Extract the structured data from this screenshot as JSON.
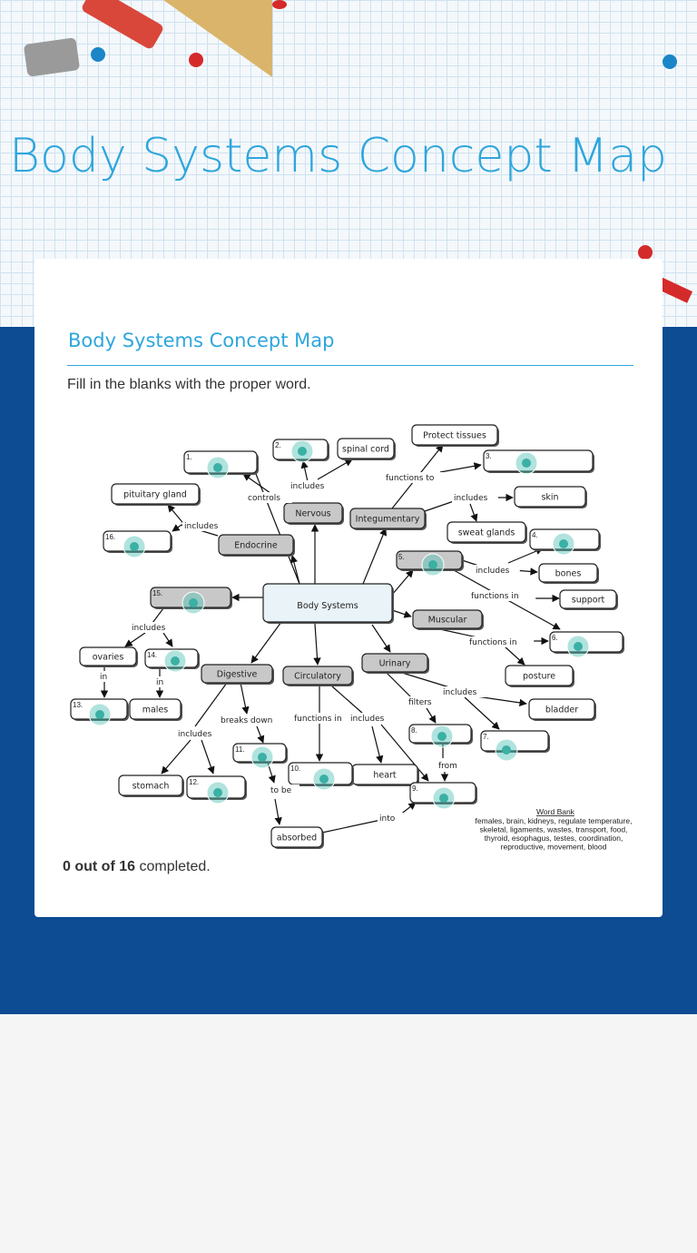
{
  "header": {
    "title": "Body Systems Concept Map"
  },
  "worksheet": {
    "title": "Body Systems Concept Map",
    "instructions": "Fill in the blanks with the proper word.",
    "status": {
      "completed": "0",
      "total": "16",
      "prefix_bold": "0 out of 16",
      "suffix": " completed."
    }
  },
  "colors": {
    "accent": "#2ea6dc",
    "background_blue": "#0d4b93",
    "hotspot": "#4fc0b5",
    "gray_node": "#c8c8c8",
    "center_node": "#eaf4f8"
  },
  "concept_map": {
    "center": "Body Systems",
    "nodes": {
      "nervous": "Nervous",
      "endocrine": "Endocrine",
      "integumentary": "Integumentary",
      "muscular": "Muscular",
      "digestive": "Digestive",
      "circulatory": "Circulatory",
      "urinary": "Urinary",
      "spinal_cord": "spinal cord",
      "protect_tissues": "Protect tissues",
      "pituitary_gland": "pituitary gland",
      "skin": "skin",
      "sweat_glands": "sweat glands",
      "bones": "bones",
      "support": "support",
      "posture": "posture",
      "ovaries": "ovaries",
      "males": "males",
      "bladder": "bladder",
      "heart": "heart",
      "stomach": "stomach",
      "absorbed": "absorbed"
    },
    "blanks": [
      "1.",
      "2.",
      "3.",
      "4.",
      "5.",
      "6.",
      "7.",
      "8.",
      "9.",
      "10.",
      "11.",
      "12.",
      "13.",
      "14.",
      "15.",
      "16."
    ],
    "links": {
      "controls": "controls",
      "includes": "includes",
      "functions_to": "functions to",
      "functions_in": "functions in",
      "in": "in",
      "filters": "filters",
      "from": "from",
      "breaks_down": "breaks down",
      "to_be": "to be",
      "into": "into"
    },
    "word_bank": {
      "title": "Word Bank",
      "lines": [
        "females, brain, kidneys, regulate temperature,",
        "skeletal, ligaments, wastes, transport, food,",
        "thyroid, esophagus, testes, coordination,",
        "reproductive, movement, blood"
      ]
    }
  }
}
